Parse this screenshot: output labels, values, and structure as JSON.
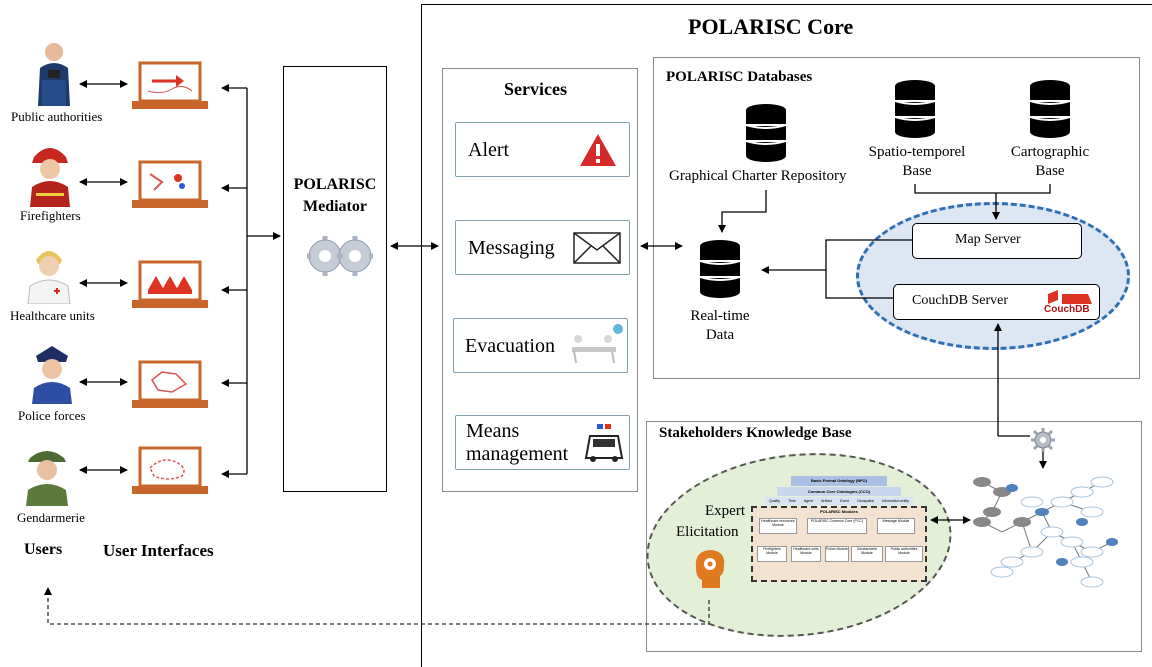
{
  "core": {
    "title": "POLARISC Core"
  },
  "mediator": {
    "line1": "POLARISC",
    "line2": "Mediator"
  },
  "users": [
    {
      "label": "Public authorities"
    },
    {
      "label": "Firefighters"
    },
    {
      "label": "Healthcare units"
    },
    {
      "label": "Police forces"
    },
    {
      "label": "Gendarmerie"
    }
  ],
  "bottom_labels": {
    "users": "Users",
    "interfaces": "User Interfaces"
  },
  "services": {
    "title": "Services",
    "items": [
      {
        "label": "Alert",
        "icon": "alert-icon"
      },
      {
        "label": "Messaging",
        "icon": "envelope-icon"
      },
      {
        "label": "Evacuation",
        "icon": "stretcher-icon"
      },
      {
        "label_line1": "Means",
        "label_line2": "management",
        "icon": "police-car-icon"
      }
    ]
  },
  "databases": {
    "title": "POLARISC Databases",
    "graphical": "Graphical Charter Repository",
    "spatio_line1": "Spatio-temporel",
    "spatio_line2": "Base",
    "carto_line1": "Cartographic",
    "carto_line2": "Base",
    "realtime_line1": "Real-time",
    "realtime_line2": "Data",
    "map_server": "Map Server",
    "couchdb_server": "CouchDB Server",
    "couchdb_logo": "CouchDB"
  },
  "knowledge": {
    "title": "Stakeholders Knowledge Base",
    "expert_line1": "Expert",
    "expert_line2": "Elicitation",
    "ontology_top": "Basic Formal Ontology (BFO)",
    "ontology_cco": "Common Core Ontologies (CCO)",
    "ontology_cco_items": [
      "Quality",
      "Time",
      "Agent",
      "Artifact",
      "Event",
      "Geospatial",
      "Information entity"
    ],
    "ontology_modules_title": "POLARISC Modules",
    "ontology_modules": [
      "Healthcare resources Module",
      "POLARISC Common Core (PCC)",
      "Message Module",
      "Firefighters Module",
      "Healthcare units Module",
      "Police Module",
      "Gendarmerie Module",
      "Public authorities Module"
    ]
  },
  "colors": {
    "blue_dash": "#2f6fb3",
    "ellipse_fill": "#dce7f3",
    "green_ellipse": "#e3efd6",
    "laptop": "#c8652a",
    "alert": "#d62a2a"
  }
}
